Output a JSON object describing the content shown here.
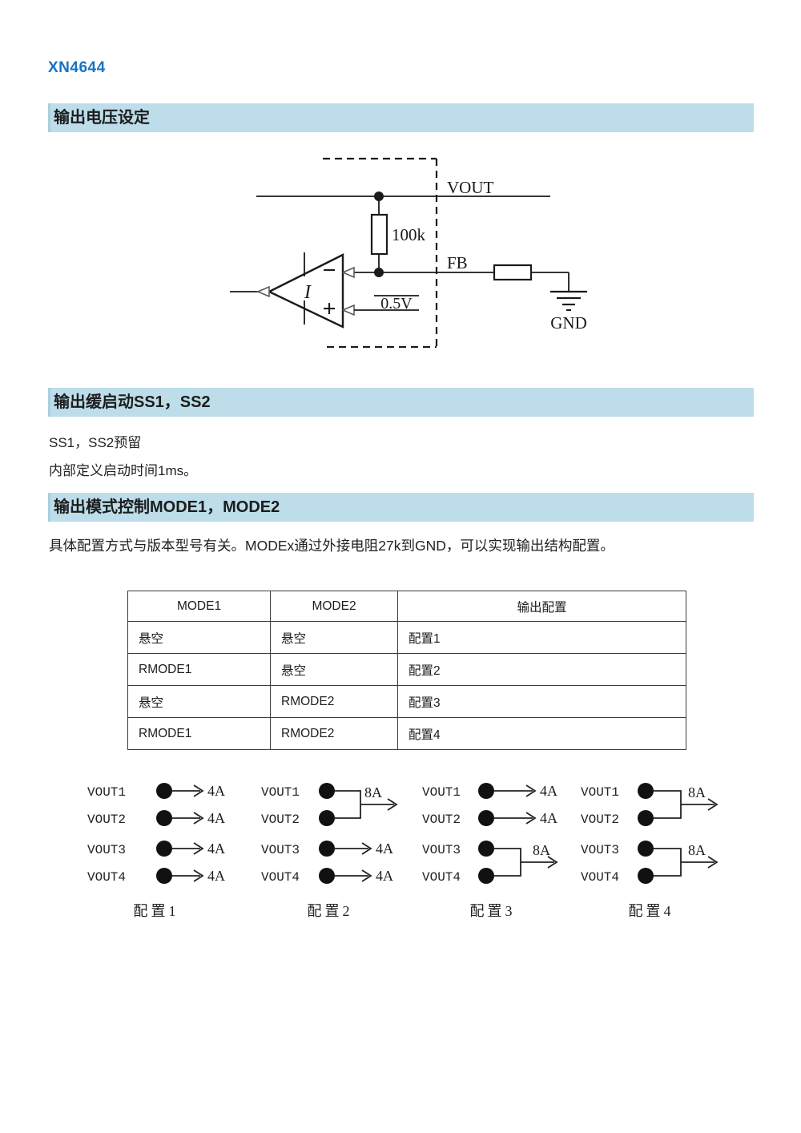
{
  "page": {
    "brand": "XN4644"
  },
  "sections": {
    "s1": "输出电压设定",
    "s2": "输出缓启动SS1，SS2",
    "s3": "输出模式控制MODE1，MODE2"
  },
  "soft_start": {
    "line1": "SS1，SS2预留",
    "line2": "内部定义启动时间1ms。"
  },
  "mode_text": "具体配置方式与版本型号有关。MODEx通过外接电阻27k到GND，可以实现输出结构配置。",
  "circuit": {
    "vout": "VOUT",
    "resistor": "100k",
    "fb": "FB",
    "vref": "0.5V",
    "gnd": "GND",
    "amp": "I",
    "minus": "−",
    "plus": "+"
  },
  "mode_table": {
    "headers": [
      "MODE1",
      "MODE2",
      "输出配置"
    ],
    "rows": [
      [
        "悬空",
        "悬空",
        "配置1"
      ],
      [
        "RMODE1",
        "悬空",
        "配置2"
      ],
      [
        "悬空",
        "RMODE2",
        "配置3"
      ],
      [
        "RMODE1",
        "RMODE2",
        "配置4"
      ]
    ]
  },
  "configs": [
    {
      "caption": "配置1",
      "groups": [
        {
          "pins": [
            "VOUT1"
          ],
          "current": "4A"
        },
        {
          "pins": [
            "VOUT2"
          ],
          "current": "4A"
        },
        {
          "pins": [
            "VOUT3"
          ],
          "current": "4A"
        },
        {
          "pins": [
            "VOUT4"
          ],
          "current": "4A"
        }
      ]
    },
    {
      "caption": "配置2",
      "groups": [
        {
          "pins": [
            "VOUT1",
            "VOUT2"
          ],
          "current": "8A"
        },
        {
          "pins": [
            "VOUT3"
          ],
          "current": "4A"
        },
        {
          "pins": [
            "VOUT4"
          ],
          "current": "4A"
        }
      ]
    },
    {
      "caption": "配置3",
      "groups": [
        {
          "pins": [
            "VOUT1"
          ],
          "current": "4A"
        },
        {
          "pins": [
            "VOUT2"
          ],
          "current": "4A"
        },
        {
          "pins": [
            "VOUT3",
            "VOUT4"
          ],
          "current": "8A"
        }
      ]
    },
    {
      "caption": "配置4",
      "groups": [
        {
          "pins": [
            "VOUT1",
            "VOUT2"
          ],
          "current": "8A"
        },
        {
          "pins": [
            "VOUT3",
            "VOUT4"
          ],
          "current": "8A"
        }
      ]
    }
  ],
  "colors": {
    "accent_blue": "#1673c4",
    "section_bar_bg": "#bcdde9",
    "text": "#1f1f1f"
  }
}
